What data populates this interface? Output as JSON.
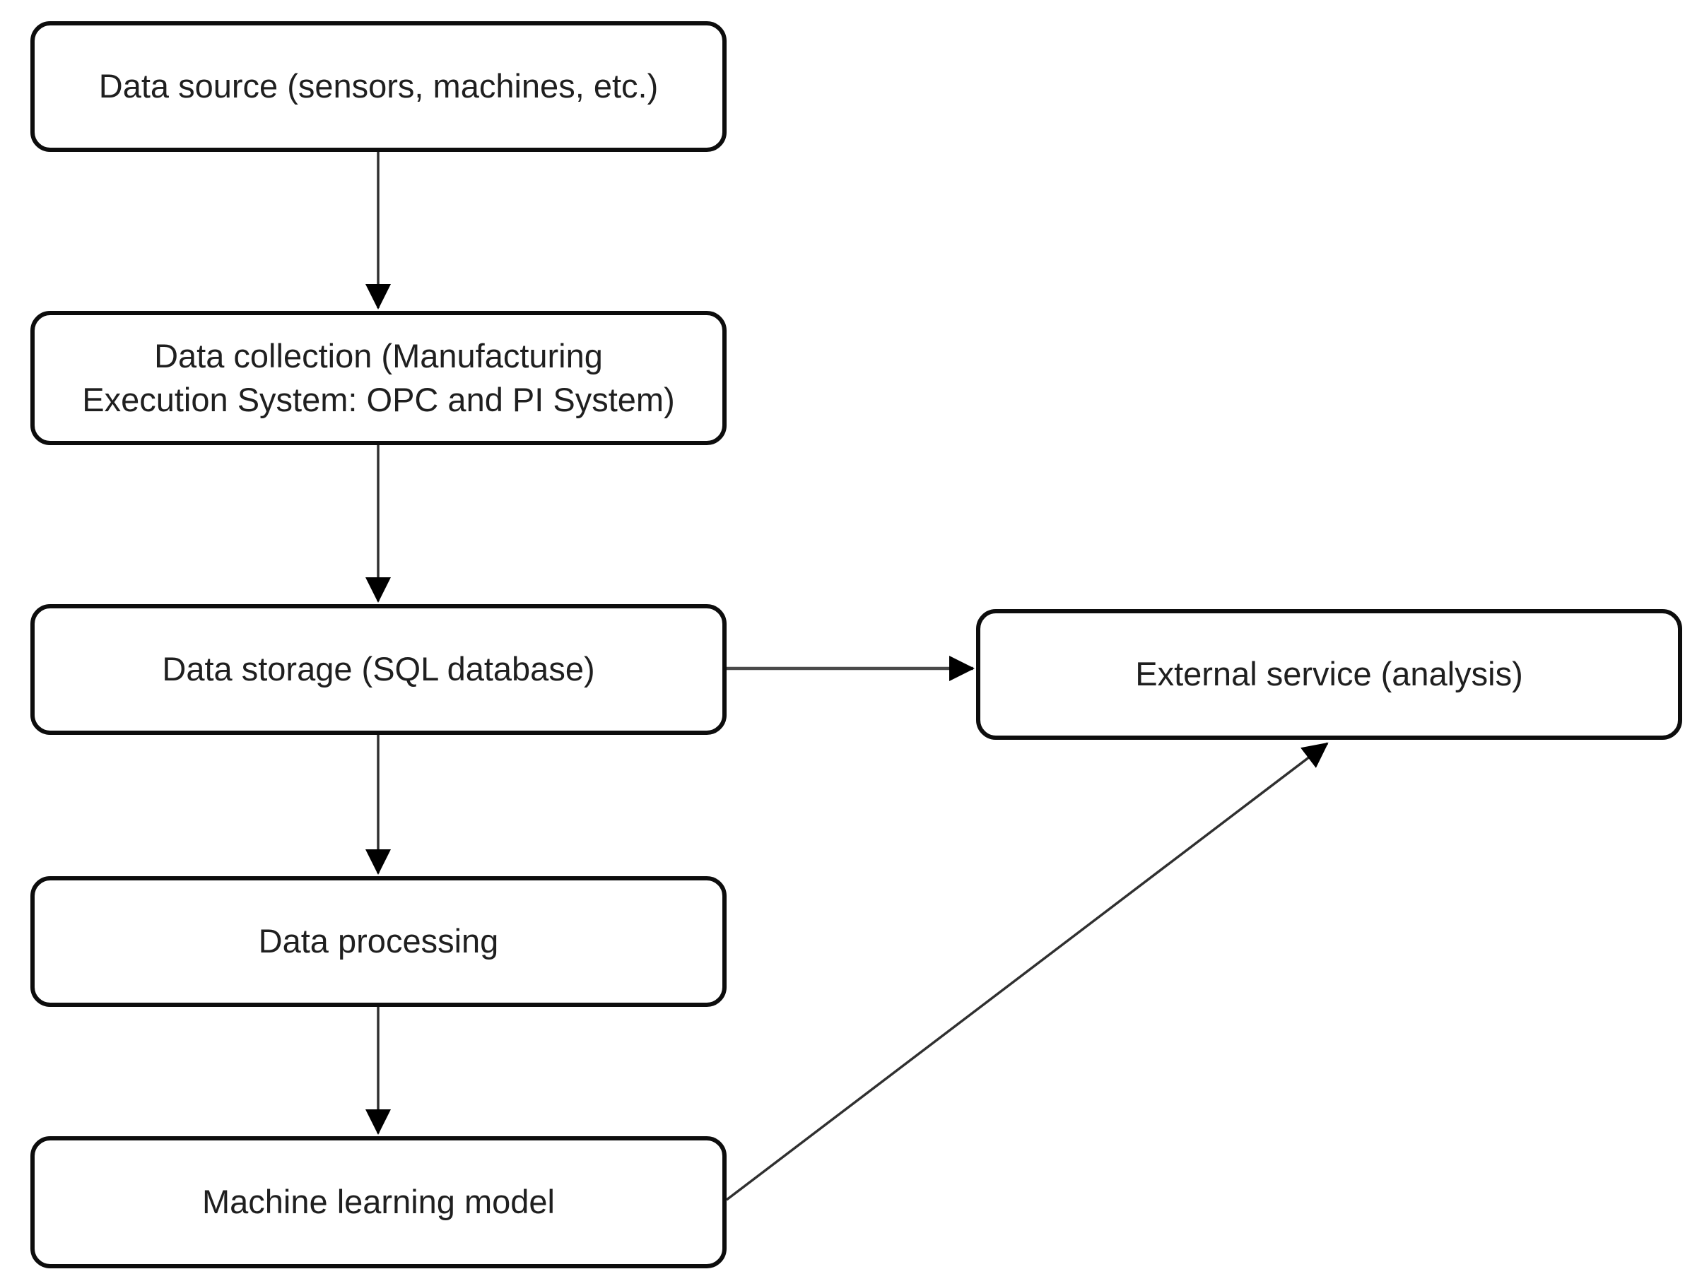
{
  "figure": {
    "background_color": "#ffffff",
    "box_fill_color": "#ffffff",
    "box_border_color": "#0d0d0d",
    "text_color": "#1f1f1f",
    "arrow_color": "#3a3a3a",
    "arrowhead_color": "#000000"
  },
  "diagram": {
    "type": "flowchart",
    "nodes": [
      {
        "id": "data-source",
        "label": "Data source (sensors, machines, etc.)"
      },
      {
        "id": "data-collection",
        "label": "Data collection (Manufacturing\nExecution System: OPC and PI System)"
      },
      {
        "id": "data-storage",
        "label": "Data storage (SQL database)"
      },
      {
        "id": "data-processing",
        "label": "Data processing"
      },
      {
        "id": "machine-learning-model",
        "label": "Machine learning model"
      },
      {
        "id": "external-service",
        "label": "External service (analysis)"
      }
    ],
    "edges": [
      {
        "from": "data-source",
        "to": "data-collection",
        "direction": "down"
      },
      {
        "from": "data-collection",
        "to": "data-storage",
        "direction": "down"
      },
      {
        "from": "data-storage",
        "to": "data-processing",
        "direction": "down"
      },
      {
        "from": "data-processing",
        "to": "machine-learning-model",
        "direction": "down"
      },
      {
        "from": "data-storage",
        "to": "external-service",
        "direction": "right"
      },
      {
        "from": "machine-learning-model",
        "to": "external-service",
        "direction": "up-right"
      }
    ]
  }
}
